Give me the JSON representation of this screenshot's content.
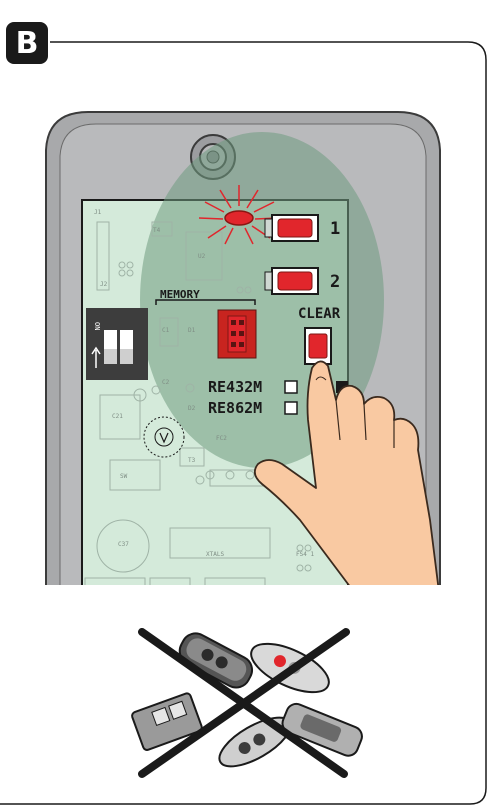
{
  "panel": {
    "label": "B"
  },
  "board": {
    "button_labels": [
      "1",
      "2",
      "CLEAR"
    ],
    "memory_label": "MEMORY",
    "models": [
      "RE432M",
      "RE862M"
    ],
    "dip_switch_label": "ON"
  },
  "silk": {
    "components": [
      "J1",
      "T4",
      "J2",
      "U2",
      "C1",
      "D1",
      "C2",
      "D2",
      "C21",
      "FC2",
      "T3",
      "SW",
      "C37",
      "XTALS",
      "FS4 1"
    ]
  },
  "icons": {
    "led": "blinking-red-led-icon",
    "hand": "pointing-hand-icon",
    "remotes": "remote-controls-icon",
    "cross": "prohibited-cross-icon"
  },
  "colors": {
    "housing": "#a8a9ab",
    "board": "#d4eada",
    "highlight": "#6f9a80",
    "red_button": "#e1262c",
    "skin": "#f9c9a2",
    "label_bg": "#1a1a1a"
  }
}
